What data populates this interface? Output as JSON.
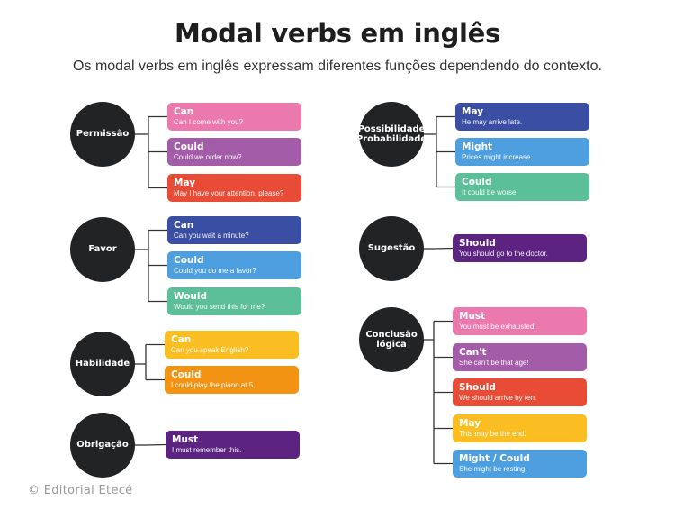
{
  "title": "Modal verbs em inglês",
  "subtitle": "Os modal verbs em inglês expressam diferentes funções dependendo do contexto.",
  "copyright": "© Editorial Etecé",
  "colors": {
    "pink": "#ec79ae",
    "purple": "#a35ca8",
    "red": "#e84c36",
    "blue_dark": "#3a4ea3",
    "blue_light": "#4e9fe0",
    "green": "#5bbf99",
    "yellow": "#fbbe22",
    "orange": "#f39314",
    "violet": "#5d2381",
    "node": "#222325"
  },
  "groups": [
    {
      "label": "Permissão",
      "items": [
        {
          "verb": "Can",
          "example": "Can I come with you?",
          "color": "#ec79ae"
        },
        {
          "verb": "Could",
          "example": "Could we order now?",
          "color": "#a35ca8"
        },
        {
          "verb": "May",
          "example": "May I have your attention, please?",
          "color": "#e84c36"
        }
      ]
    },
    {
      "label": "Favor",
      "items": [
        {
          "verb": "Can",
          "example": "Can you wait a minute?",
          "color": "#3a4ea3"
        },
        {
          "verb": "Could",
          "example": "Could you do me a favor?",
          "color": "#4e9fe0"
        },
        {
          "verb": "Would",
          "example": "Would you send this for me?",
          "color": "#5bbf99"
        }
      ]
    },
    {
      "label": "Habilidade",
      "items": [
        {
          "verb": "Can",
          "example": "Can you speak English?",
          "color": "#fbbe22"
        },
        {
          "verb": "Could",
          "example": "I could play the piano at 5.",
          "color": "#f39314"
        }
      ]
    },
    {
      "label": "Obrigação",
      "items": [
        {
          "verb": "Must",
          "example": "I must remember this.",
          "color": "#5d2381"
        }
      ]
    },
    {
      "label": "Possibilidade Probabilidade",
      "items": [
        {
          "verb": "May",
          "example": "He may arrive late.",
          "color": "#3a4ea3"
        },
        {
          "verb": "Might",
          "example": "Prices might increase.",
          "color": "#4e9fe0"
        },
        {
          "verb": "Could",
          "example": "It could be worse.",
          "color": "#5bbf99"
        }
      ]
    },
    {
      "label": "Sugestão",
      "items": [
        {
          "verb": "Should",
          "example": "You should go to the doctor.",
          "color": "#5d2381"
        }
      ]
    },
    {
      "label": "Conclusão lógica",
      "items": [
        {
          "verb": "Must",
          "example": "You must be exhausted.",
          "color": "#ec79ae"
        },
        {
          "verb": "Can't",
          "example": "She can't be that age!",
          "color": "#a35ca8"
        },
        {
          "verb": "Should",
          "example": "We should arrive by ten.",
          "color": "#e84c36"
        },
        {
          "verb": "May",
          "example": "This may be the end.",
          "color": "#fbbe22"
        },
        {
          "verb": "Might / Could",
          "example": "She might be resting.",
          "color": "#4e9fe0"
        }
      ]
    }
  ]
}
